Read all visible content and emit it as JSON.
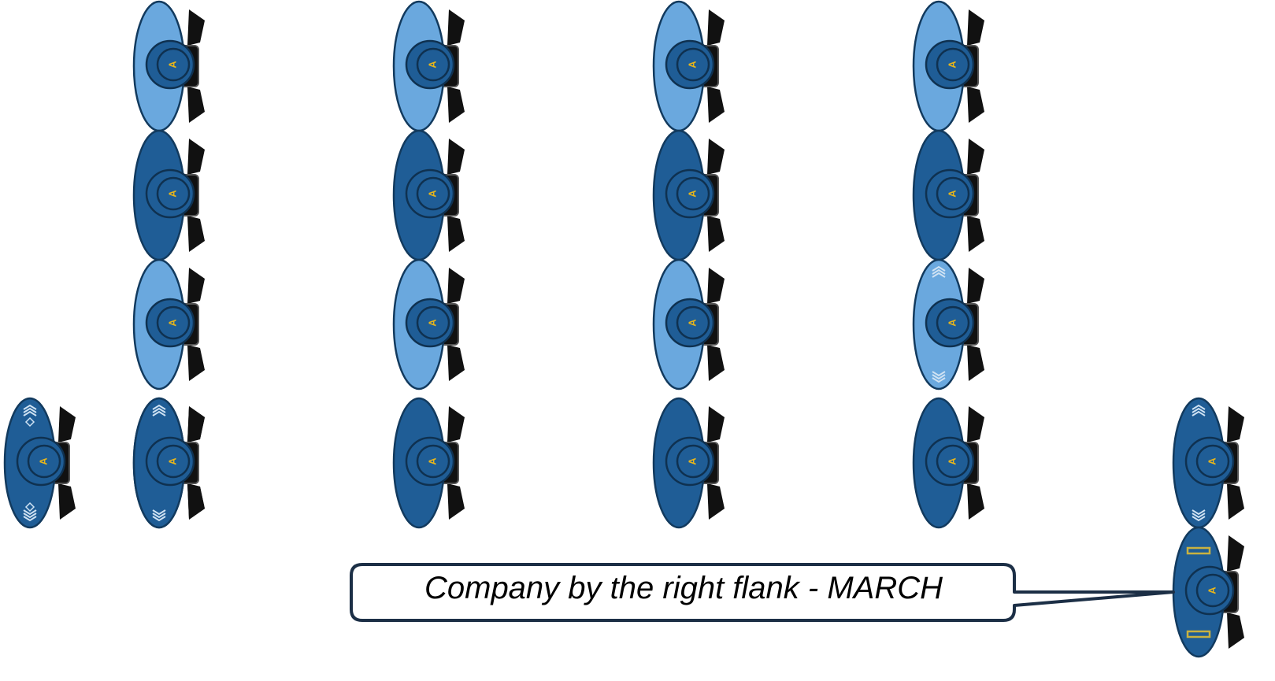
{
  "callout": {
    "text": "Company by the right flank - MARCH"
  },
  "figure_label": "A",
  "colors": {
    "dark_blue": "#1f5d96",
    "light_blue": "#6aa8de",
    "outline": "#123a5e",
    "equipment": "#111111",
    "letter": "#e7b51b",
    "gold_bar": "#c9b240",
    "callout_border": "#1c2f46"
  },
  "formation": {
    "rows": 4,
    "columns": 4,
    "row_shades": [
      "light",
      "dark",
      "light",
      "dark"
    ],
    "corporal_marks": [
      {
        "row": 3,
        "column": 4,
        "mark": "chevrons"
      }
    ]
  },
  "guides": [
    {
      "name": "left-guide",
      "shade": "dark",
      "mark": "chevrons-and-diamonds"
    },
    {
      "name": "left-file-closer",
      "shade": "dark",
      "mark": "chevrons"
    },
    {
      "name": "right-guide",
      "shade": "dark",
      "mark": "chevrons"
    },
    {
      "name": "officer",
      "shade": "dark",
      "mark": "gold-bars"
    }
  ]
}
